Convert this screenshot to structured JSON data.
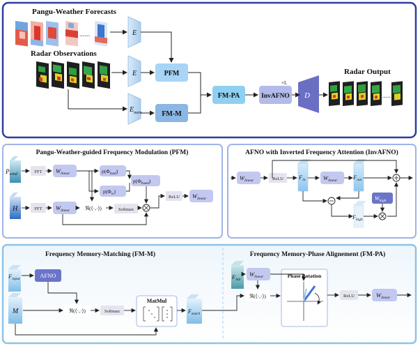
{
  "top": {
    "pangu_title": "Pangu-Weather Forecasts",
    "radar_title": "Radar Observations",
    "output_title": "Radar Output",
    "encoder_e1": "E",
    "encoder_e2": "E",
    "encoder_mem": "E",
    "encoder_mem_sub": "mem",
    "pfm": "PFM",
    "fmm": "FM-M",
    "fmpa": "FM-PA",
    "invafno": "InvAFNO",
    "times_l": "×L",
    "decoder": "D",
    "dots": "......"
  },
  "pfm": {
    "title": "Pangu-Weather-guided Frequency Modulation (PFM)",
    "pwind": "P",
    "pwind_sub": "wind",
    "h": "H",
    "fft1": "FFT",
    "fft2": "FFT",
    "wlinear1": "W",
    "wlinear2": "W",
    "wlinear3": "W",
    "lin_sub": "linear",
    "p_mod": "p(Φ",
    "p_mod_sub": "mod",
    "p_w": "p(Φ",
    "p_w_sub": "w",
    "p_fused": "p(Φ",
    "p_fused_sub": "fused",
    "re": "ℜ(⟨·,·⟩)",
    "softmax": "Softmax",
    "relu": "ReLU"
  },
  "inv": {
    "title": "AFNO with Inverted Frequency Attention (InvAFNO)",
    "wlinear1": "W",
    "wlinear2": "W",
    "lin_sub": "linear",
    "relu": "ReLU",
    "fin": "F",
    "fin_sub": "in",
    "fout": "F",
    "fout_sub": "out",
    "fhigh": "F",
    "fhigh_sub": "high",
    "whigh": "W",
    "whigh_sub": "high"
  },
  "fmm": {
    "title": "Frequency Memory-Matching (FM-M)",
    "finput": "F",
    "finput_sub": "input",
    "afno": "AFNO",
    "m": "M",
    "re": "ℜ(⟨·,·⟩)",
    "softmax": "Softmax",
    "matmul": "MatMul",
    "fmatch": "F",
    "fmatch_sub": "match"
  },
  "fmpa": {
    "title": "Frequency Memory-Phase Alignement (FM-PA)",
    "fhid": "F",
    "fhid_sub": "hid",
    "wlinear1": "W",
    "wlinear2": "W",
    "lin_sub": "linear",
    "re": "ℜ(⟨·,·⟩)",
    "phase_rotation": "Phase Rotation",
    "relu": "ReLU"
  },
  "colors": {
    "frame_dark": "#2b3f9e",
    "frame_light": "#9fb3ea",
    "frame_fmm": "#8ec3e8",
    "block_blue": "#a8d4f5",
    "block_purple": "#b9bff0",
    "block_gray": "#e4e4ee",
    "decoder": "#6a6fc4"
  }
}
